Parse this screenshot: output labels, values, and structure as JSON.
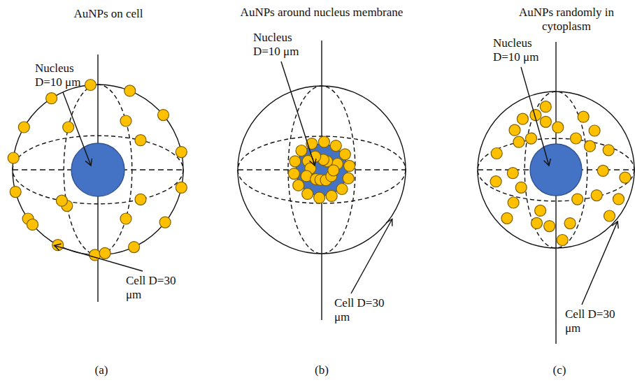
{
  "diagram": {
    "labels": [
      "AuNPs on cell",
      "Nucleus D=10 μm",
      "Cell D=30 μm",
      "(a)",
      "AuNPs around nucleus membrane",
      "Nucleus D=10 μm",
      "Cell D=30 μm",
      "(b)",
      "AuNPs randomly in cytoplasm",
      "Nucleus D=10 μm",
      "Cell D=30 μm",
      "(c)"
    ]
  }
}
